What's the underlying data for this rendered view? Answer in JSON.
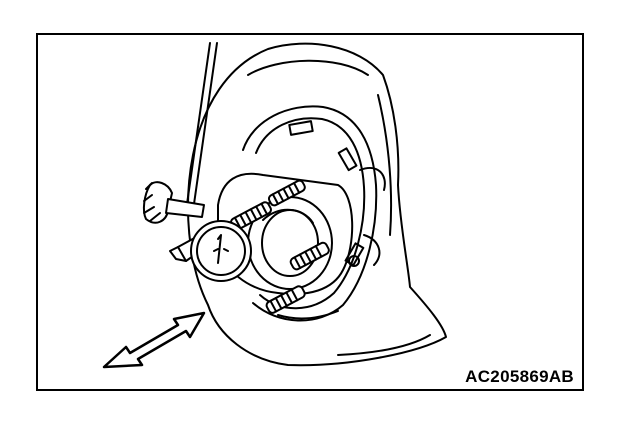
{
  "figure": {
    "code": "AC205869AB",
    "line_color": "#000000",
    "background": "#ffffff",
    "parts": [
      "backing-plate",
      "brake-shoe",
      "hub",
      "wheel-stud",
      "dial-indicator",
      "magnetic-base-rod",
      "movement-arrow"
    ]
  }
}
